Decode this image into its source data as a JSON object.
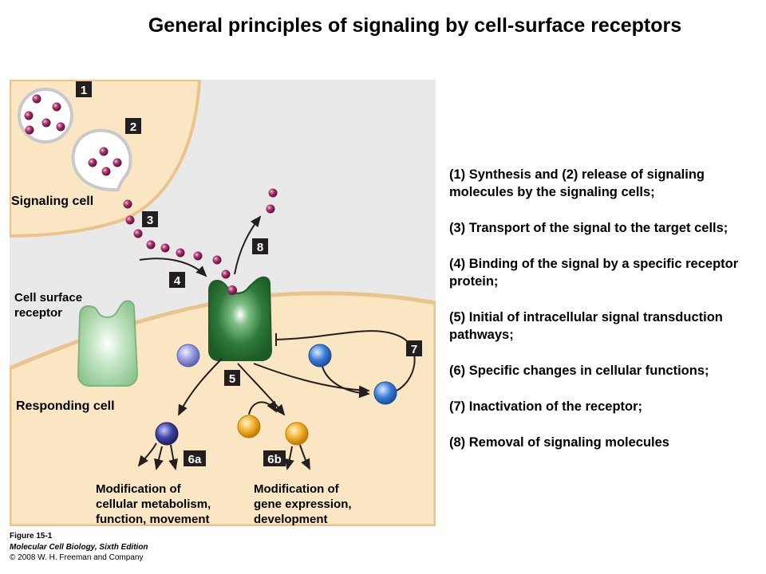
{
  "title": "General principles of signaling by cell-surface receptors",
  "labels": {
    "signaling_cell": "Signaling cell",
    "cell_surface_receptor_line1": "Cell surface",
    "cell_surface_receptor_line2": "receptor",
    "responding_cell": "Responding cell",
    "mod_metabolism_line1": "Modification of",
    "mod_metabolism_line2": "cellular metabolism,",
    "mod_metabolism_line3": "function, movement",
    "mod_gene_line1": "Modification of",
    "mod_gene_line2": "gene expression,",
    "mod_gene_line3": "development"
  },
  "step_numbers": {
    "s1": "1",
    "s2": "2",
    "s3": "3",
    "s4": "4",
    "s5": "5",
    "s6a": "6a",
    "s6b": "6b",
    "s7": "7",
    "s8": "8"
  },
  "legend": [
    "(1)   Synthesis and (2) release of signaling molecules by the signaling cells;",
    "(3) Transport of the signal to the target cells;",
    "(4) Binding of the signal by a specific receptor protein;",
    "(5) Initial of intracellular signal transduction pathways;",
    "(6) Specific changes in cellular functions;",
    "(7) Inactivation of the receptor;",
    "(8) Removal of signaling molecules"
  ],
  "credit": {
    "figure": "Figure 15-1",
    "book": "Molecular Cell Biology, Sixth Edition",
    "copyright": "© 2008 W. H. Freeman and Company"
  },
  "colors": {
    "cell_fill": "#fbe6c4",
    "cell_edge": "#e9c48c",
    "panel": "#e9e9e9",
    "signal_molecule": "#7a1b4a",
    "number_box": "#231f20",
    "active_receptor": "#2f7a3a",
    "inactive_receptor": "#a6d4a6",
    "lavender_protein": "#8b8fd6",
    "blue_protein": "#3a78d4",
    "indigo_protein": "#3c3f9c",
    "orange_protein": "#f0ad1e"
  }
}
